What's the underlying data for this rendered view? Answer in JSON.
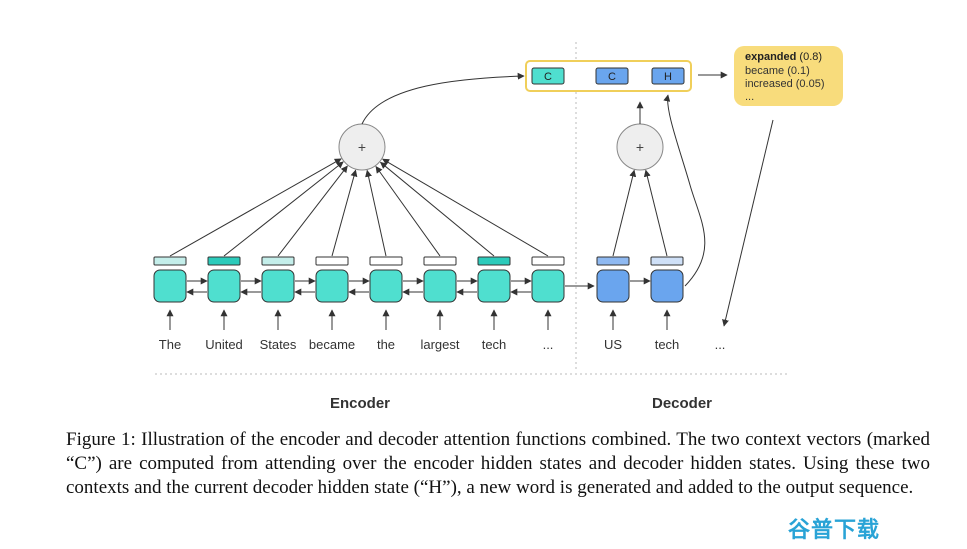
{
  "encoder": {
    "label": "Encoder",
    "tokens": [
      "The",
      "United",
      "States",
      "became",
      "the",
      "largest",
      "tech",
      "..."
    ],
    "attention": [
      "light",
      "strong",
      "light",
      "faint",
      "faint",
      "faint",
      "strong",
      "faint"
    ]
  },
  "decoder": {
    "label": "Decoder",
    "tokens": [
      "US",
      "tech",
      "..."
    ],
    "attention": [
      "mid",
      "light"
    ]
  },
  "output_group": {
    "vectors": [
      "C",
      "C",
      "H"
    ]
  },
  "combine_symbol": "+",
  "prediction": {
    "top_word": "expanded",
    "top_prob": " (0.8)",
    "rest": [
      "became (0.1)",
      "increased (0.05)",
      "..."
    ]
  },
  "caption": "Figure 1: Illustration of the encoder and decoder attention functions combined. The two context vectors (marked “C”) are computed from attending over the encoder hidden states and decoder hidden states. Using these two contexts and the current decoder hidden state (“H”), a new word is generated and added to the output sequence.",
  "watermark": "谷普下载",
  "colors": {
    "encoder_cell": "#4fdfcf",
    "decoder_cell": "#6aa5ee",
    "att_strong": "#2ccbbb",
    "att_light": "#c4eeea",
    "att_faint": "#ffffff",
    "att_mid": "#8fb9f1",
    "att_dec_light": "#cfe0f7",
    "output_box": "#f6d46b",
    "prediction_box": "#f8dc7c"
  }
}
